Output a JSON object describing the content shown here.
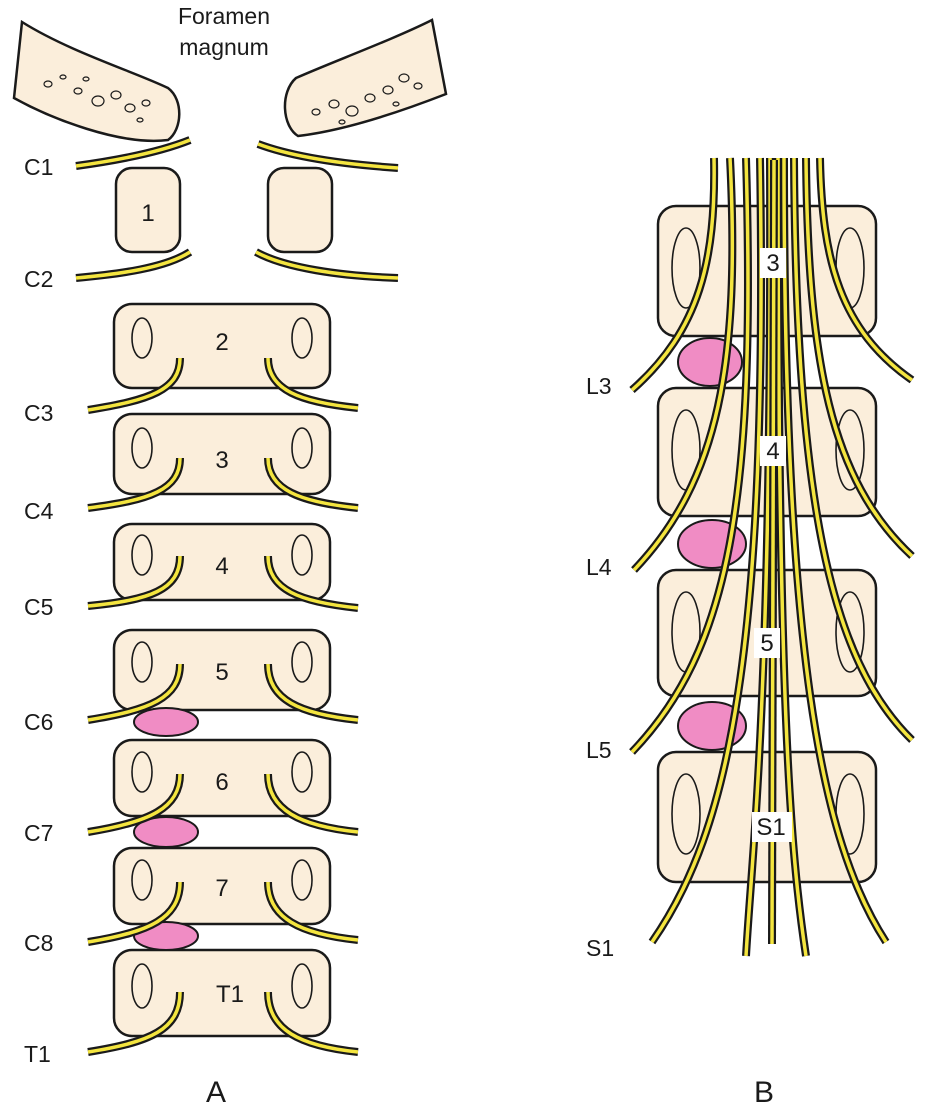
{
  "title": {
    "foramen_line1": "Foramen",
    "foramen_line2": "magnum"
  },
  "panel_a": {
    "label": "A",
    "nerve_labels": [
      "C1",
      "C2",
      "C3",
      "C4",
      "C5",
      "C6",
      "C7",
      "C8",
      "T1"
    ],
    "vertebra_labels": [
      "1",
      "2",
      "3",
      "4",
      "5",
      "6",
      "7",
      "T1"
    ],
    "herniated_disc_count": 3
  },
  "panel_b": {
    "label": "B",
    "nerve_labels": [
      "L3",
      "L4",
      "L5",
      "S1"
    ],
    "vertebra_labels": [
      "3",
      "4",
      "5",
      "S1"
    ],
    "herniated_disc_count": 3
  },
  "colors": {
    "bone": "#fbeedb",
    "disc": "#f08cc4",
    "nerve": "#f4e53f",
    "outline": "#1a1a1a"
  }
}
